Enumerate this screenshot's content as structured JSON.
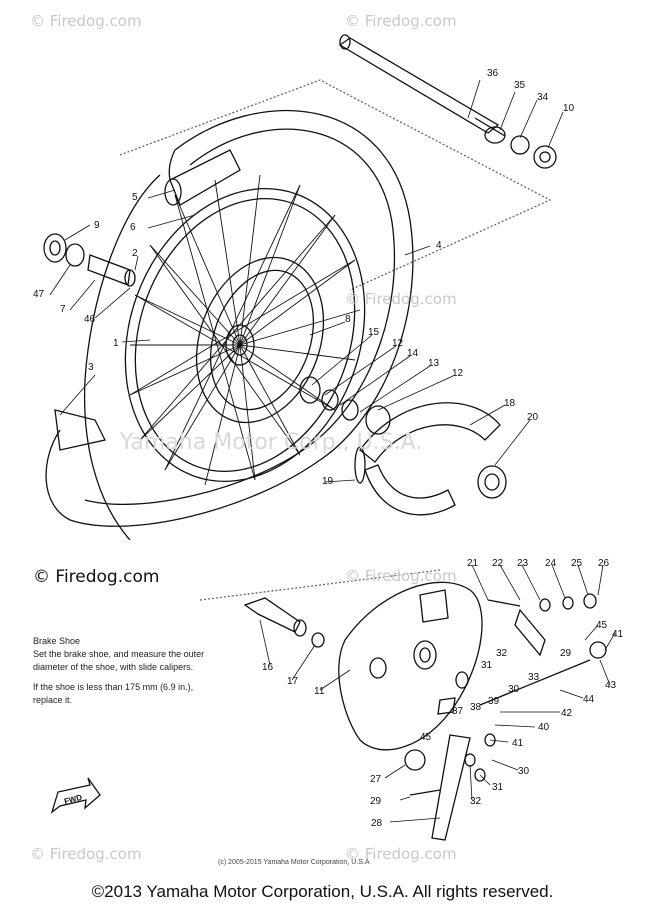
{
  "watermarks": {
    "top_left": "© Firedog.com",
    "top_right": "© Firedog.com",
    "mid_right": "© Firedog.com",
    "mid_left_dark": "© Firedog.com",
    "low_right": "© Firedog.com",
    "bottom_left": "© Firedog.com",
    "bottom_right": "© Firedog.com"
  },
  "ghost_text": "Yamaha Motor Corp., U.S.A.",
  "note": {
    "title": "Brake Shoe",
    "line1": "Set the brake shoe, and measure the outer",
    "line2": "diameter of the shoe, with slide calipers.",
    "line3": "If the shoe is less than 175 mm (6.9 in.),",
    "line4": "replace it."
  },
  "fwd_label": "FWD",
  "small_copyright": "(c) 2005-2015 Yamaha Motor Corporation, U.S.A",
  "footer": "©2013 Yamaha Motor Corporation, U.S.A. All rights reserved.",
  "callouts": [
    "36",
    "35",
    "34",
    "10",
    "9",
    "5",
    "6",
    "2",
    "4",
    "47",
    "7",
    "46",
    "1",
    "3",
    "8",
    "15",
    "12",
    "14",
    "13",
    "12",
    "18",
    "20",
    "19",
    "21",
    "22",
    "23",
    "24",
    "25",
    "26",
    "45",
    "41",
    "43",
    "44",
    "42",
    "40",
    "41",
    "30",
    "31",
    "32",
    "29",
    "28",
    "27",
    "16",
    "17",
    "11",
    "38",
    "37",
    "39",
    "30",
    "31",
    "32",
    "33",
    "45"
  ]
}
